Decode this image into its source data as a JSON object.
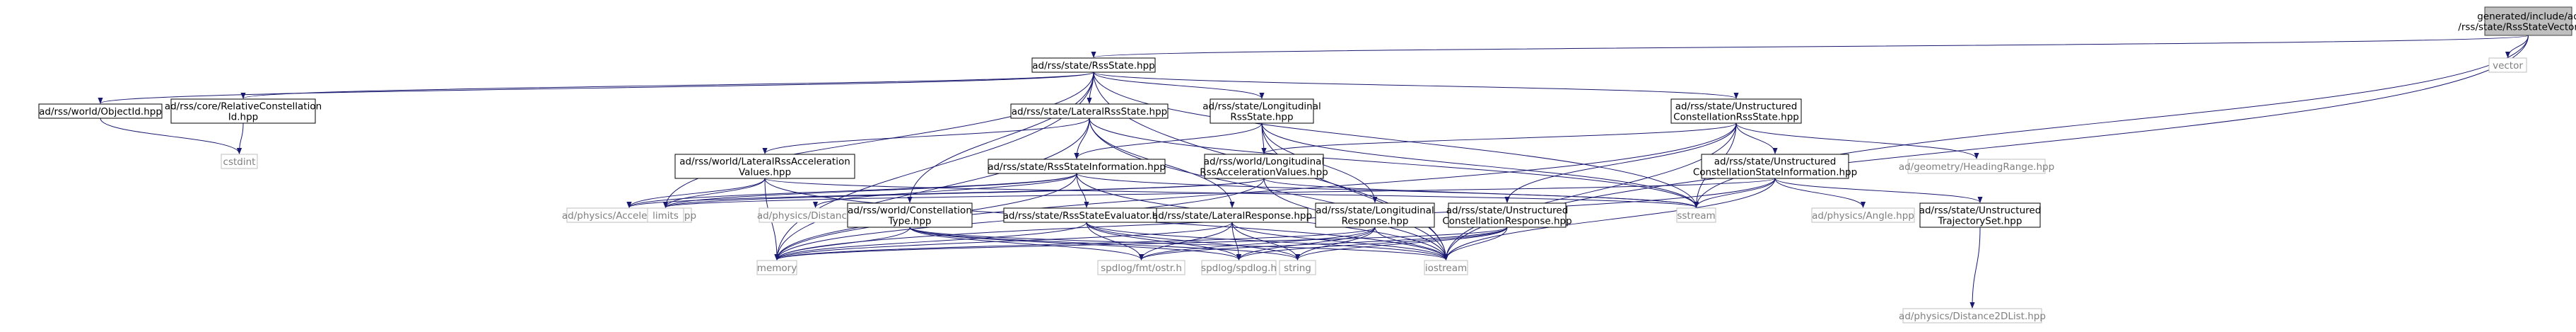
{
  "diagram": {
    "root": "generated/include/ad/rss/state/RssStateVector.hpp",
    "nodes": [
      {
        "id": "root",
        "lines": [
          "generated/include/ad",
          "/rss/state/RssStateVector.hpp"
        ],
        "kind": "root"
      },
      {
        "id": "vector",
        "lines": [
          "vector"
        ],
        "kind": "external"
      },
      {
        "id": "rssstate",
        "lines": [
          "ad/rss/state/RssState.hpp"
        ],
        "kind": "header"
      },
      {
        "id": "objectid",
        "lines": [
          "ad/rss/world/ObjectId.hpp"
        ],
        "kind": "header"
      },
      {
        "id": "relconst",
        "lines": [
          "ad/rss/core/RelativeConstellation",
          "Id.hpp"
        ],
        "kind": "header"
      },
      {
        "id": "latstate",
        "lines": [
          "ad/rss/state/LateralRssState.hpp"
        ],
        "kind": "header"
      },
      {
        "id": "longstate",
        "lines": [
          "ad/rss/state/Longitudinal",
          "RssState.hpp"
        ],
        "kind": "header"
      },
      {
        "id": "unconst",
        "lines": [
          "ad/rss/state/Unstructured",
          "ConstellationRssState.hpp"
        ],
        "kind": "header"
      },
      {
        "id": "cstdint",
        "lines": [
          "cstdint"
        ],
        "kind": "external"
      },
      {
        "id": "latacc",
        "lines": [
          "ad/rss/world/LateralRssAcceleration",
          "Values.hpp"
        ],
        "kind": "header"
      },
      {
        "id": "stateinfo",
        "lines": [
          "ad/rss/state/RssStateInformation.hpp"
        ],
        "kind": "header"
      },
      {
        "id": "longacc",
        "lines": [
          "ad/rss/world/Longitudinal",
          "RssAccelerationValues.hpp"
        ],
        "kind": "header"
      },
      {
        "id": "unconstinfo",
        "lines": [
          "ad/rss/state/Unstructured",
          "ConstellationStateInformation.hpp"
        ],
        "kind": "header"
      },
      {
        "id": "heading",
        "lines": [
          "ad/geometry/HeadingRange.hpp"
        ],
        "kind": "external"
      },
      {
        "id": "sstream",
        "lines": [
          "sstream"
        ],
        "kind": "external"
      },
      {
        "id": "acceleration",
        "lines": [
          "ad/physics/Acceleration.hpp"
        ],
        "kind": "external"
      },
      {
        "id": "limits",
        "lines": [
          "limits"
        ],
        "kind": "external"
      },
      {
        "id": "distance",
        "lines": [
          "ad/physics/Distance.hpp"
        ],
        "kind": "external"
      },
      {
        "id": "consttype",
        "lines": [
          "ad/rss/world/Constellation",
          "Type.hpp"
        ],
        "kind": "header"
      },
      {
        "id": "evaluator",
        "lines": [
          "ad/rss/state/RssStateEvaluator.hpp"
        ],
        "kind": "header"
      },
      {
        "id": "latresp",
        "lines": [
          "ad/rss/state/LateralResponse.hpp"
        ],
        "kind": "header"
      },
      {
        "id": "longresp",
        "lines": [
          "ad/rss/state/Longitudinal",
          "Response.hpp"
        ],
        "kind": "header"
      },
      {
        "id": "unconstresp",
        "lines": [
          "ad/rss/state/Unstructured",
          "ConstellationResponse.hpp"
        ],
        "kind": "header"
      },
      {
        "id": "angle",
        "lines": [
          "ad/physics/Angle.hpp"
        ],
        "kind": "external"
      },
      {
        "id": "trajset",
        "lines": [
          "ad/rss/state/Unstructured",
          "TrajectorySet.hpp"
        ],
        "kind": "header"
      },
      {
        "id": "memory",
        "lines": [
          "memory"
        ],
        "kind": "external"
      },
      {
        "id": "fmt",
        "lines": [
          "spdlog/fmt/ostr.h"
        ],
        "kind": "external"
      },
      {
        "id": "spdlog",
        "lines": [
          "spdlog/spdlog.h"
        ],
        "kind": "external"
      },
      {
        "id": "string",
        "lines": [
          "string"
        ],
        "kind": "external"
      },
      {
        "id": "iostream",
        "lines": [
          "iostream"
        ],
        "kind": "external"
      },
      {
        "id": "dist2d",
        "lines": [
          "ad/physics/Distance2DList.hpp"
        ],
        "kind": "external"
      }
    ],
    "edges": [
      [
        "root",
        "rssstate"
      ],
      [
        "root",
        "vector"
      ],
      [
        "root",
        "sstream"
      ],
      [
        "root",
        "iostream"
      ],
      [
        "rssstate",
        "memory"
      ],
      [
        "rssstate",
        "objectid"
      ],
      [
        "rssstate",
        "relconst"
      ],
      [
        "rssstate",
        "latstate"
      ],
      [
        "rssstate",
        "longstate"
      ],
      [
        "rssstate",
        "unconst"
      ],
      [
        "rssstate",
        "limits"
      ],
      [
        "rssstate",
        "consttype"
      ],
      [
        "rssstate",
        "sstream"
      ],
      [
        "rssstate",
        "iostream"
      ],
      [
        "objectid",
        "cstdint"
      ],
      [
        "relconst",
        "cstdint"
      ],
      [
        "latstate",
        "latacc"
      ],
      [
        "latstate",
        "stateinfo"
      ],
      [
        "latstate",
        "latresp"
      ],
      [
        "latstate",
        "memory"
      ],
      [
        "latstate",
        "sstream"
      ],
      [
        "latstate",
        "iostream"
      ],
      [
        "longstate",
        "stateinfo"
      ],
      [
        "longstate",
        "longacc"
      ],
      [
        "longstate",
        "longresp"
      ],
      [
        "longstate",
        "sstream"
      ],
      [
        "longstate",
        "iostream"
      ],
      [
        "unconst",
        "heading"
      ],
      [
        "unconst",
        "unconstinfo"
      ],
      [
        "unconst",
        "unconstresp"
      ],
      [
        "unconst",
        "longacc"
      ],
      [
        "unconst",
        "sstream"
      ],
      [
        "unconst",
        "iostream"
      ],
      [
        "unconst",
        "memory"
      ],
      [
        "latacc",
        "acceleration"
      ],
      [
        "latacc",
        "limits"
      ],
      [
        "latacc",
        "memory"
      ],
      [
        "latacc",
        "sstream"
      ],
      [
        "latacc",
        "iostream"
      ],
      [
        "stateinfo",
        "distance"
      ],
      [
        "stateinfo",
        "limits"
      ],
      [
        "stateinfo",
        "evaluator"
      ],
      [
        "stateinfo",
        "memory"
      ],
      [
        "stateinfo",
        "sstream"
      ],
      [
        "stateinfo",
        "iostream"
      ],
      [
        "stateinfo",
        "acceleration"
      ],
      [
        "longacc",
        "acceleration"
      ],
      [
        "longacc",
        "limits"
      ],
      [
        "longacc",
        "memory"
      ],
      [
        "longacc",
        "sstream"
      ],
      [
        "longacc",
        "iostream"
      ],
      [
        "unconstinfo",
        "angle"
      ],
      [
        "unconstinfo",
        "trajset"
      ],
      [
        "unconstinfo",
        "sstream"
      ],
      [
        "unconstinfo",
        "iostream"
      ],
      [
        "unconstinfo",
        "limits"
      ],
      [
        "unconstinfo",
        "memory"
      ],
      [
        "consttype",
        "memory"
      ],
      [
        "consttype",
        "fmt"
      ],
      [
        "consttype",
        "spdlog"
      ],
      [
        "consttype",
        "string"
      ],
      [
        "consttype",
        "iostream"
      ],
      [
        "evaluator",
        "memory"
      ],
      [
        "evaluator",
        "fmt"
      ],
      [
        "evaluator",
        "spdlog"
      ],
      [
        "evaluator",
        "string"
      ],
      [
        "evaluator",
        "iostream"
      ],
      [
        "latresp",
        "memory"
      ],
      [
        "latresp",
        "fmt"
      ],
      [
        "latresp",
        "spdlog"
      ],
      [
        "latresp",
        "string"
      ],
      [
        "latresp",
        "iostream"
      ],
      [
        "longresp",
        "memory"
      ],
      [
        "longresp",
        "fmt"
      ],
      [
        "longresp",
        "spdlog"
      ],
      [
        "longresp",
        "string"
      ],
      [
        "longresp",
        "iostream"
      ],
      [
        "unconstresp",
        "memory"
      ],
      [
        "unconstresp",
        "fmt"
      ],
      [
        "unconstresp",
        "spdlog"
      ],
      [
        "unconstresp",
        "string"
      ],
      [
        "unconstresp",
        "iostream"
      ],
      [
        "trajset",
        "dist2d"
      ]
    ],
    "colors": {
      "edge": "#191970",
      "header_border": "#000000",
      "header_fill": "#ffffff",
      "external_border": "#bfbfbf",
      "external_text": "#7f7f7f",
      "root_fill": "#bfbfbf",
      "root_border": "#404040"
    }
  }
}
